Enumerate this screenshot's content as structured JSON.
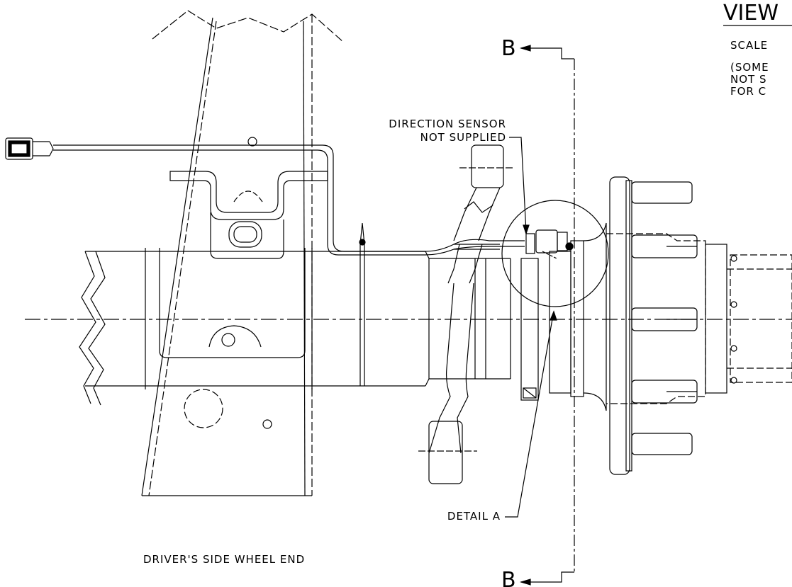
{
  "drawing": {
    "view_title": "VIEW",
    "scale_text": "SCALE",
    "note_line1": "(SOME",
    "note_line2": "NOT S",
    "note_line3": "FOR C",
    "section_top": "B",
    "section_bottom": "B",
    "direction_sensor_line1": "DIRECTION SENSOR",
    "direction_sensor_line2": "NOT SUPPLIED",
    "detail_a": "DETAIL A",
    "caption": "DRIVER'S SIDE WHEEL END"
  },
  "colors": {
    "ink": "#000000",
    "paper": "#ffffff"
  }
}
